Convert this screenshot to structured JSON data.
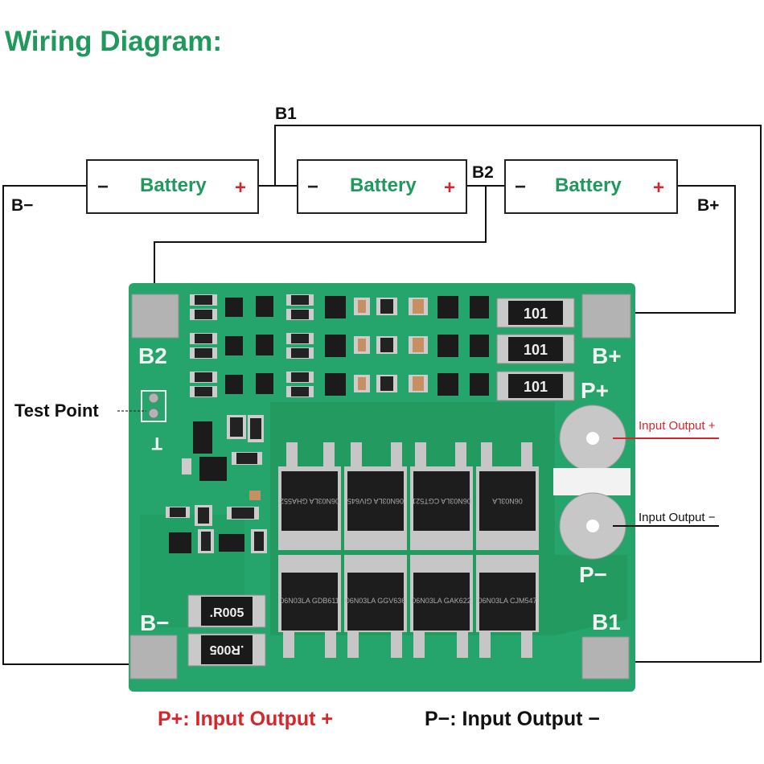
{
  "title": "Wiring Diagram:",
  "batteries": [
    {
      "neg": "−",
      "label": "Battery",
      "pos": "+"
    },
    {
      "neg": "−",
      "label": "Battery",
      "pos": "+"
    },
    {
      "neg": "−",
      "label": "Battery",
      "pos": "+"
    }
  ],
  "wire_labels": {
    "b1": "B1",
    "b2": "B2",
    "b_minus": "B−",
    "b_plus": "B+"
  },
  "board": {
    "pad_b2": "B2",
    "pad_bplus": "B+",
    "pad_pplus": "P+",
    "pad_pminus": "P−",
    "pad_b1": "B1",
    "pad_bminus": "B−",
    "resistors_101": [
      "101",
      "101",
      "101"
    ],
    "shunts": [
      ".R005",
      ".R005"
    ],
    "test_pad_label": "T",
    "mosfets_top": [
      "06N03LA GHA552",
      "06N03LA GIV645",
      "06N03LA CGT521",
      "06N03LA"
    ],
    "mosfets_bottom": [
      "06N03LA GDB611",
      "06N03LA GGV636",
      "06N03LA GAK622",
      "06N03LA CJM547"
    ]
  },
  "annotations": {
    "test_point": "Test Point",
    "input_output_plus": "Input Output +",
    "input_output_minus": "Input Output −"
  },
  "captions": {
    "p_plus": "P+: Input Output +",
    "p_minus": "P−: Input Output −"
  },
  "colors": {
    "accent_green": "#1f9a5c",
    "plus_red": "#d7262b",
    "pcb_green": "#25a56c",
    "pad_grey": "#b3b3b3"
  }
}
